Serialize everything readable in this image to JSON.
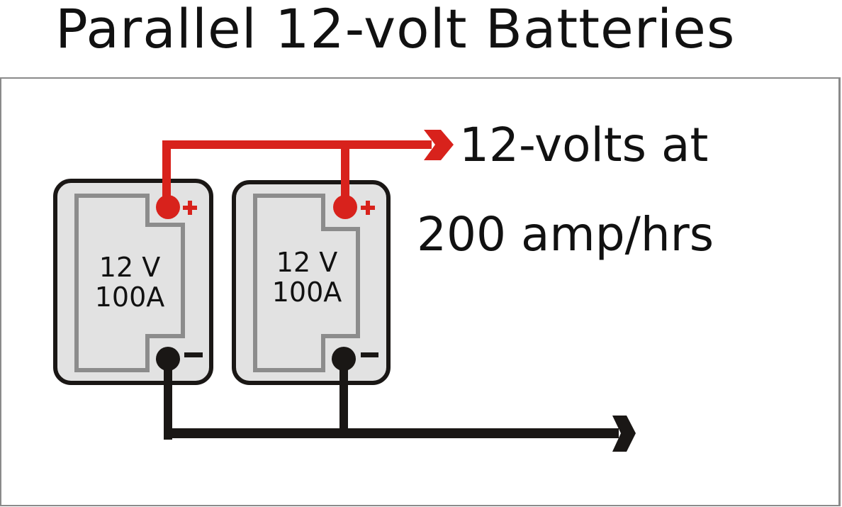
{
  "title": "Parallel 12-volt Batteries",
  "output": {
    "line1": "12-volts at",
    "line2": "200 amp/hrs"
  },
  "batteries": [
    {
      "voltage": "12 V",
      "capacity": "100A",
      "positive_symbol": "+",
      "negative_symbol": "−"
    },
    {
      "voltage": "12 V",
      "capacity": "100A",
      "positive_symbol": "+",
      "negative_symbol": "−"
    }
  ],
  "colors": {
    "positive_wire": "#d8221c",
    "negative_wire": "#1a1715",
    "battery_fill": "#e2e2e2",
    "battery_outline": "#1a1715",
    "battery_inner_outline": "#8c8c8c",
    "frame": "#8a8a8a"
  }
}
